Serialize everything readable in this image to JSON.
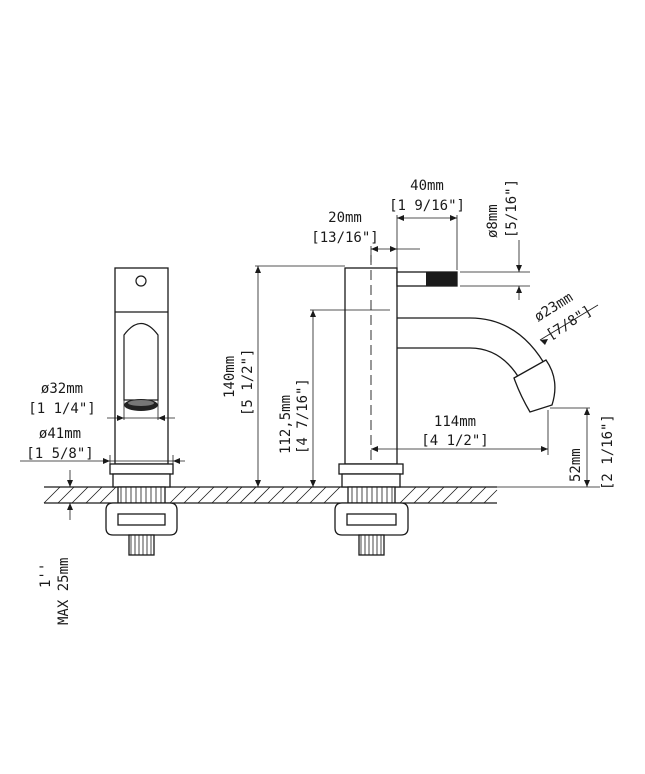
{
  "dimensions": {
    "width_40mm": "40mm",
    "width_40in": "[1 9/16\"]",
    "width_20mm": "20mm",
    "width_20in": "[13/16\"]",
    "dia_8mm": "ø8mm",
    "dia_8in": "[5/16\"]",
    "dia_23mm": "ø23mm",
    "dia_23in": "[7/8\"]",
    "height_140mm": "140mm",
    "height_140in": "[5 1/2\"]",
    "height_112mm": "112,5mm",
    "height_112in": "[4 7/16\"]",
    "reach_114mm": "114mm",
    "reach_114in": "[4 1/2\"]",
    "height_52mm": "52mm",
    "height_52in": "[2 1/16\"]",
    "dia_32mm": "ø32mm",
    "dia_32in": "[1 1/4\"]",
    "dia_41mm": "ø41mm",
    "dia_41in": "[1 5/8\"]",
    "deck_inch": "1''",
    "deck_max": "MAX 25mm"
  }
}
